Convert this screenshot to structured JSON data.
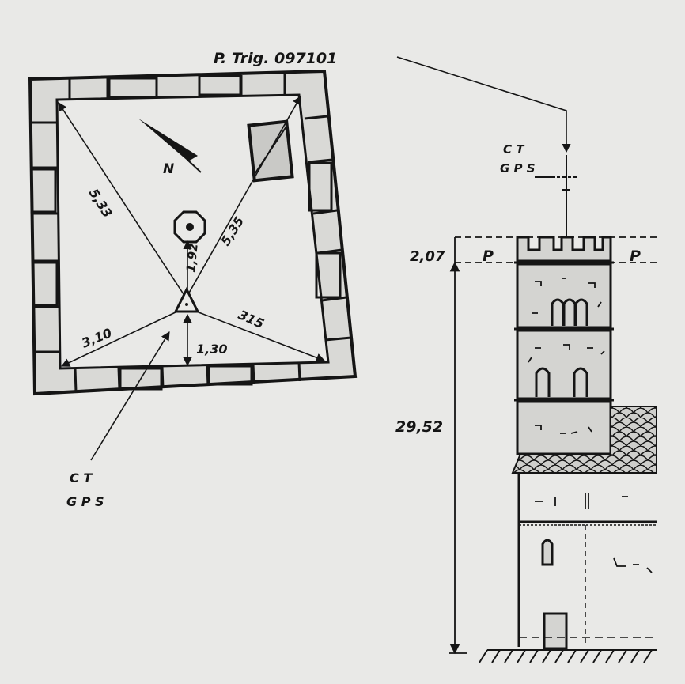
{
  "trig_label": "P. Trig. 097101",
  "north_label": "N",
  "plan": {
    "dist_nw": "5,33",
    "dist_ne": "5,35",
    "dist_sw": "3,10",
    "dist_se": "315",
    "dist_n": "1,92",
    "dist_s": "1,30",
    "gps_ct": "C T",
    "gps_gps": "G P S"
  },
  "elevation": {
    "gps_ct": "C T",
    "gps_gps": "G P S",
    "p_left": "P",
    "p_right": "P",
    "height_top": "2,07",
    "height_main": "29,52"
  },
  "colors": {
    "ink": "#151515",
    "paper": "#e9e9e7",
    "fill": "#d4d4d1"
  }
}
